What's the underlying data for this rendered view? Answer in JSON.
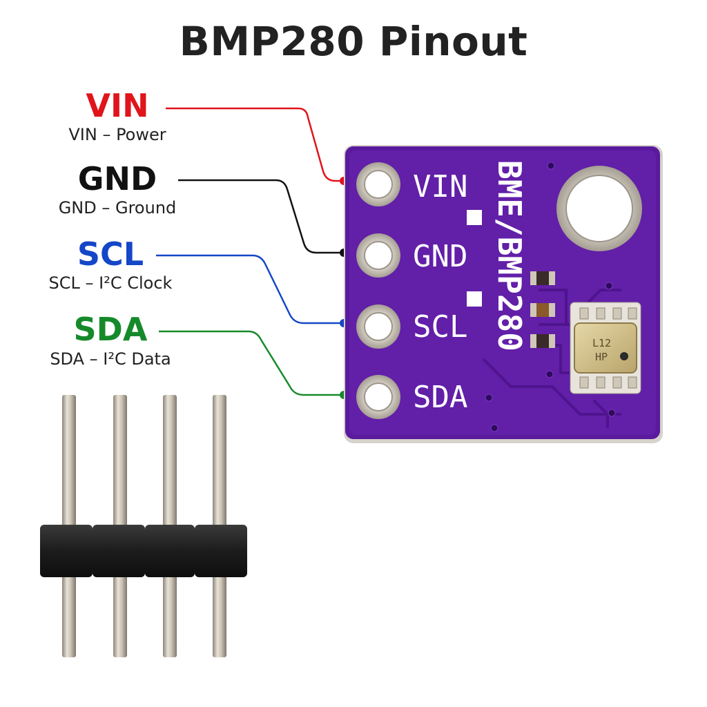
{
  "title": "BMP280 Pinout",
  "pins": [
    {
      "name": "VIN",
      "description": "VIN – Power",
      "color": "#e0141b"
    },
    {
      "name": "GND",
      "description": "GND – Ground",
      "color": "#111111"
    },
    {
      "name": "SCL",
      "description": "SCL – I²C Clock",
      "color": "#1446c8"
    },
    {
      "name": "SDA",
      "description": "SDA – I²C Data",
      "color": "#168a2a"
    }
  ],
  "board": {
    "silkscreen_labels": [
      "VIN",
      "GND",
      "SCL",
      "SDA"
    ],
    "part_label": "BME/BMP280",
    "chip_marking_line1": "L12",
    "chip_marking_line2": "HP",
    "pcb_color": "#5a1a9e"
  }
}
